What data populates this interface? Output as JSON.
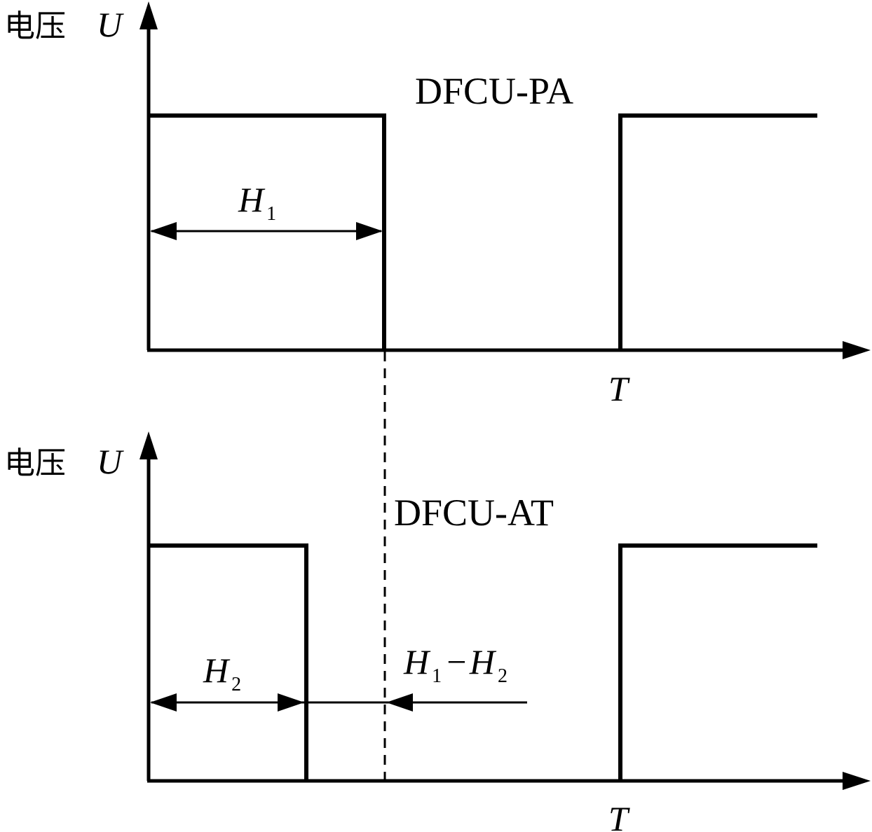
{
  "top_panel": {
    "y_axis_label": "电压",
    "y_axis_var": "U",
    "signal_name": "DFCU-PA",
    "x_period_label": "T",
    "pulse_width_label": {
      "var": "H",
      "sub": "1"
    }
  },
  "bottom_panel": {
    "y_axis_label": "电压",
    "y_axis_var": "U",
    "signal_name": "DFCU-AT",
    "x_period_label": "T",
    "pulse_width_label": {
      "var": "H",
      "sub": "2"
    },
    "difference_label": {
      "var1": "H",
      "sub1": "1",
      "sep": "−",
      "var2": "H",
      "sub2": "2"
    }
  }
}
